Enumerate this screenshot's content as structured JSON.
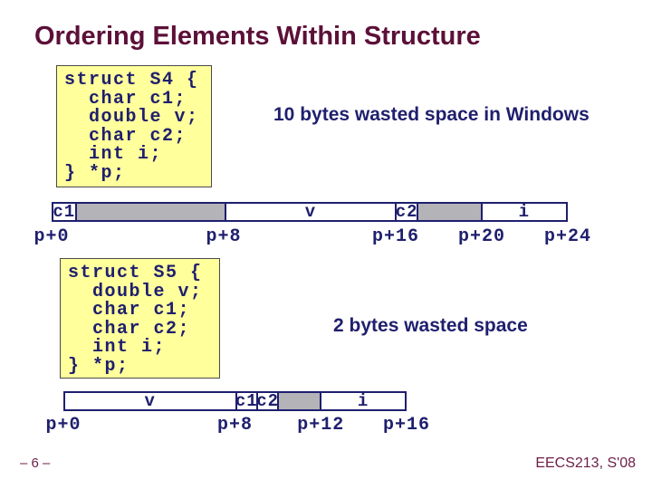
{
  "title": "Ordering Elements Within Structure",
  "footer": {
    "page": "– 6 –",
    "course": "EECS213, S'08"
  },
  "colors": {
    "title_maroon": "#5C1038",
    "navy_text": "#1F1F6E",
    "code_box_yellow": "#FFFF9C",
    "padding_gray": "#B3B3B8",
    "footer_maroon": "#6E2048"
  },
  "sections": [
    {
      "code": "struct S4 {\n  char c1;\n  double v;\n  char c2;\n  int i;\n} *p;",
      "note": "10 bytes wasted space in Windows"
    },
    {
      "code": "struct S5 {\n  double v;\n  char c1;\n  char c2;\n  int i;\n} *p;",
      "note": "2 bytes wasted space"
    }
  ],
  "bars": [
    {
      "struct": "S4",
      "total_bytes": 24,
      "segments": [
        {
          "label": "c1",
          "type": "field",
          "bytes": 1
        },
        {
          "label": "",
          "type": "padding",
          "bytes": 7
        },
        {
          "label": "v",
          "type": "field",
          "bytes": 8
        },
        {
          "label": "c2",
          "type": "field",
          "bytes": 1
        },
        {
          "label": "",
          "type": "padding",
          "bytes": 3
        },
        {
          "label": "i",
          "type": "field",
          "bytes": 4
        }
      ],
      "offsets": [
        {
          "label": "p+0",
          "byte": 0
        },
        {
          "label": "p+8",
          "byte": 8
        },
        {
          "label": "p+16",
          "byte": 16
        },
        {
          "label": "p+20",
          "byte": 20
        },
        {
          "label": "p+24",
          "byte": 24
        }
      ]
    },
    {
      "struct": "S5",
      "total_bytes": 16,
      "segments": [
        {
          "label": "v",
          "type": "field",
          "bytes": 8
        },
        {
          "label": "c1",
          "type": "field",
          "bytes": 1
        },
        {
          "label": "c2",
          "type": "field",
          "bytes": 1
        },
        {
          "label": "",
          "type": "padding",
          "bytes": 2
        },
        {
          "label": "i",
          "type": "field",
          "bytes": 4
        }
      ],
      "offsets": [
        {
          "label": "p+0",
          "byte": 0
        },
        {
          "label": "p+8",
          "byte": 8
        },
        {
          "label": "p+12",
          "byte": 12
        },
        {
          "label": "p+16",
          "byte": 16
        }
      ]
    }
  ]
}
